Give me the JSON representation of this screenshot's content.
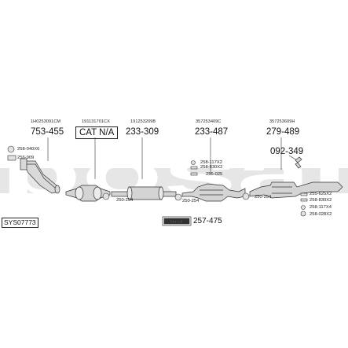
{
  "watermark": "bosal",
  "system_code": "SYS07773",
  "oem_numbers": [
    "1H0253091CM",
    "191131701CX",
    "191253209B",
    "357253409C",
    "357253609H"
  ],
  "parts": {
    "front_pipe": "753-455",
    "catalyst": "CAT N/A",
    "middle_pipe": "233-309",
    "center_silencer": "233-487",
    "rear_silencer": "279-489",
    "tail_pipe": "092-349",
    "mounting_kit": "257-475"
  },
  "callouts": {
    "front_gasket": "258-040X6",
    "front_bolt": "256-909",
    "clamp_1": "250-254",
    "clamp_2": "250-254",
    "clamp_3": "250-254",
    "center_ring": "258-117X2",
    "center_bolt": "258-830X2",
    "center_clamp": "255-025",
    "rear_clamp": "255-625X2",
    "rear_bolt": "258-830X2",
    "rear_ring": "258-117X4",
    "rear_gasket": "258-028X2"
  },
  "kit_logo_text": "bosal"
}
